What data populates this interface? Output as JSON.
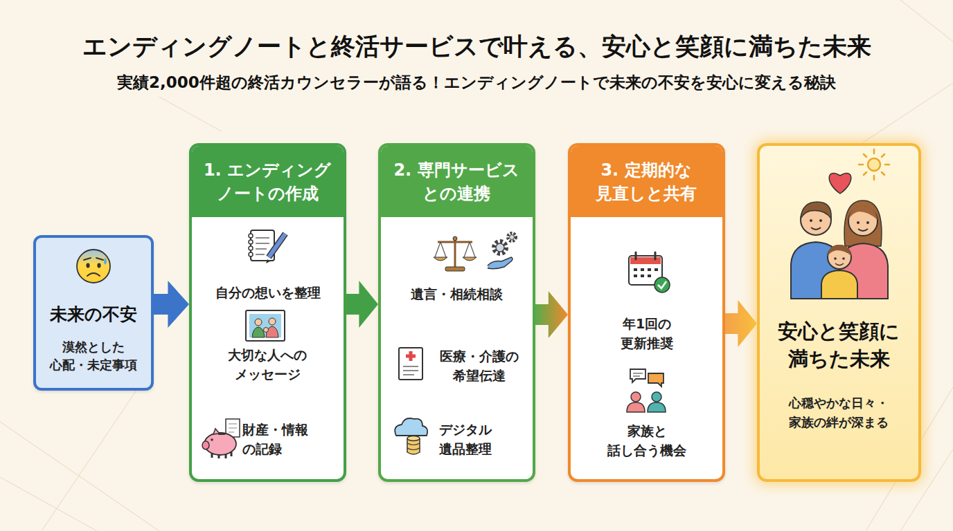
{
  "diagram": {
    "title": "エンディングノートと終活サービスで叶える、安心と笑顔に満ちた未来",
    "nodes": [
      {
        "text": [
          "未来の不安",
          "漠然とした 心配・未定事項"
        ]
      },
      {
        "text": [
          "1. エンディング ノートの作成",
          "自分の想いを整理",
          "大切な人への メッセージ",
          "財産・情報 の記録"
        ]
      },
      {
        "text": [
          "2. 専門サービス との連携",
          "遺言・相続相談",
          "医療・介護の 希望伝達",
          "デジタル 遺品整理"
        ]
      },
      {
        "text": [
          "3. 定期的な 見直しと共有",
          "年1回の 更新推奨",
          "家族と 話し合う機会"
        ]
      },
      {
        "text": [
          "安心と笑顔に 満ちた未来",
          "心穏やかな日々・ 家族の絆が深まる"
        ]
      }
    ],
    "edges": [
      {
        "from": 0,
        "to": 1,
        "arrow": "to"
      },
      {
        "from": 1,
        "to": 2,
        "arrow": "to"
      },
      {
        "from": 2,
        "to": 3,
        "arrow": "to"
      },
      {
        "from": 3,
        "to": 4,
        "arrow": "to"
      }
    ],
    "labels": [
      "実績2,000件超の終活カウンセラーが語る！エンディングノートで未来の不安を安心に変える秘訣"
    ]
  }
}
